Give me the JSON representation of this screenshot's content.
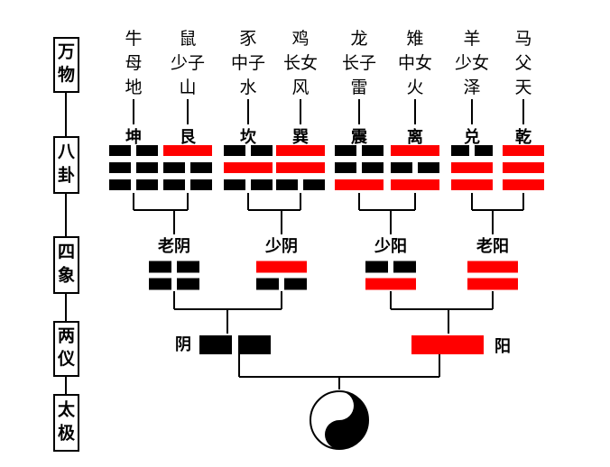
{
  "colors": {
    "yin": "#000000",
    "yang": "#ff0000",
    "line": "#000000"
  },
  "stages": [
    {
      "id": "wanwu",
      "label": "万物"
    },
    {
      "id": "bagua",
      "label": "八卦"
    },
    {
      "id": "sixiang",
      "label": "四象"
    },
    {
      "id": "liangyi",
      "label": "两仪"
    },
    {
      "id": "taiji",
      "label": "太极"
    }
  ],
  "trigrams": [
    {
      "name": "坤",
      "lines": [
        "yin",
        "yin",
        "yin"
      ],
      "items": [
        "牛",
        "母",
        "地"
      ]
    },
    {
      "name": "艮",
      "lines": [
        "yang",
        "yin",
        "yin"
      ],
      "items": [
        "鼠",
        "少子",
        "山"
      ]
    },
    {
      "name": "坎",
      "lines": [
        "yin",
        "yang",
        "yin"
      ],
      "items": [
        "豕",
        "中子",
        "水"
      ]
    },
    {
      "name": "巽",
      "lines": [
        "yang",
        "yang",
        "yin"
      ],
      "items": [
        "鸡",
        "长女",
        "风"
      ]
    },
    {
      "name": "震",
      "lines": [
        "yin",
        "yin",
        "yang"
      ],
      "items": [
        "龙",
        "长子",
        "雷"
      ]
    },
    {
      "name": "离",
      "lines": [
        "yang",
        "yin",
        "yang"
      ],
      "items": [
        "雉",
        "中女",
        "火"
      ]
    },
    {
      "name": "兑",
      "lines": [
        "yin",
        "yang",
        "yang"
      ],
      "items": [
        "羊",
        "少女",
        "泽"
      ]
    },
    {
      "name": "乾",
      "lines": [
        "yang",
        "yang",
        "yang"
      ],
      "items": [
        "马",
        "父",
        "天"
      ]
    }
  ],
  "sixiang": [
    {
      "name": "老阴",
      "lines": [
        "yin",
        "yin"
      ]
    },
    {
      "name": "少阴",
      "lines": [
        "yang",
        "yin"
      ]
    },
    {
      "name": "少阳",
      "lines": [
        "yin",
        "yang"
      ]
    },
    {
      "name": "老阳",
      "lines": [
        "yang",
        "yang"
      ]
    }
  ],
  "liangyi": [
    {
      "name": "阴",
      "line": "yin"
    },
    {
      "name": "阳",
      "line": "yang"
    }
  ],
  "taiji": {
    "icon": "yin-yang-icon"
  }
}
